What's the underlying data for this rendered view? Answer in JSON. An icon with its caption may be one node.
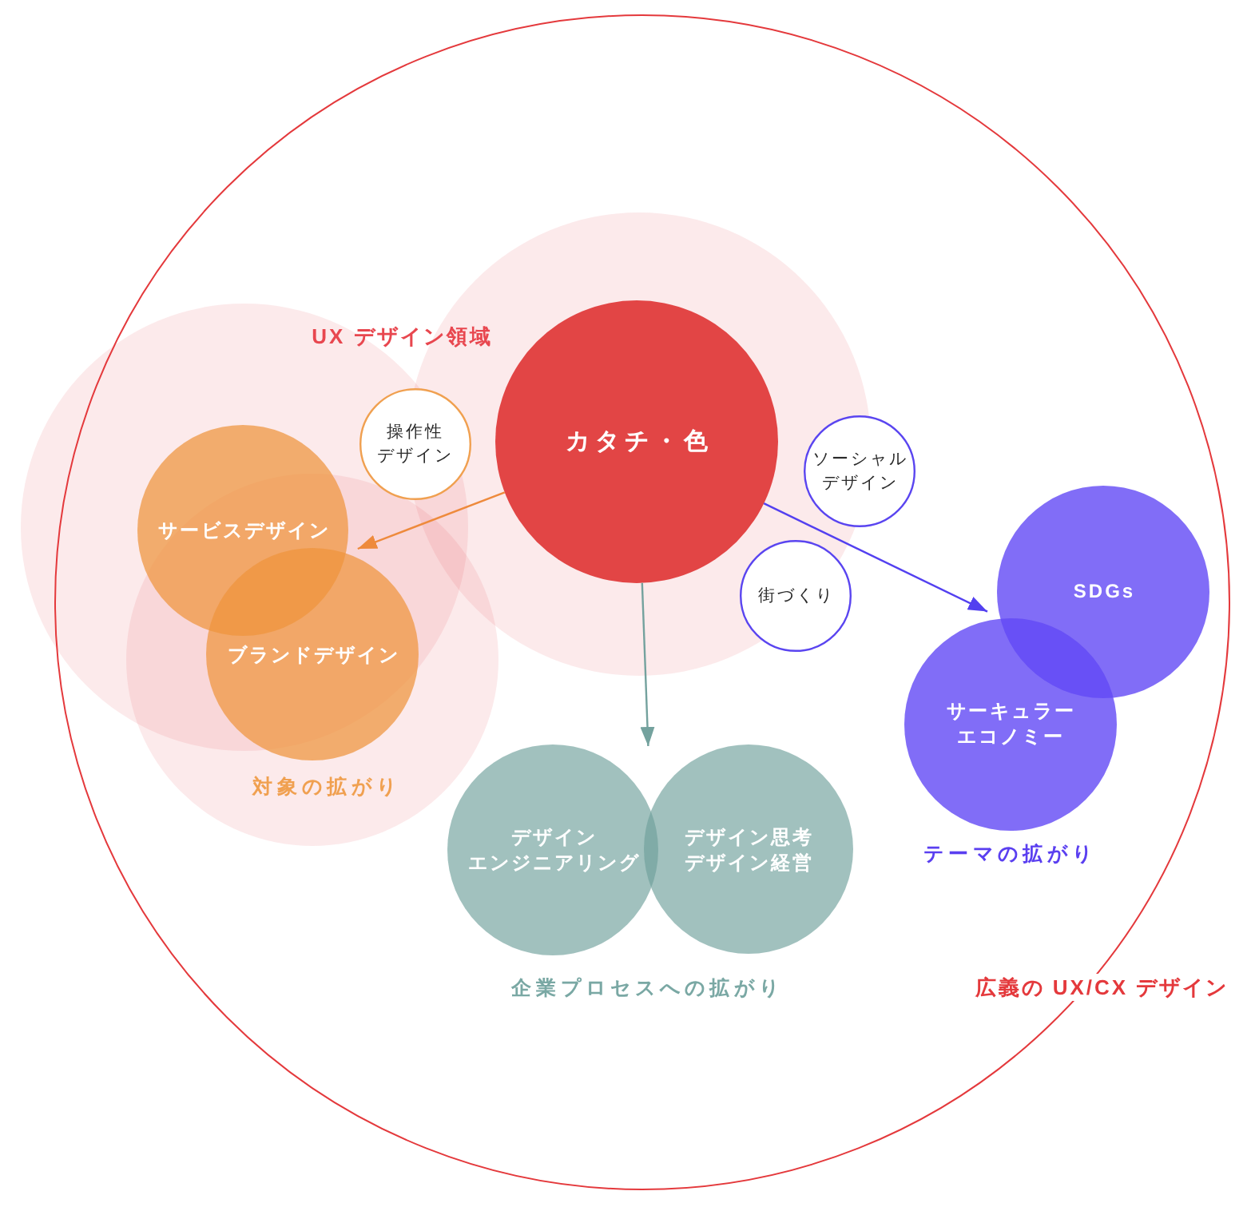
{
  "diagram": {
    "nodes": [
      {
        "text": [
          "広義の UX/CX デザイン"
        ]
      },
      {
        "text": [
          "カタチ・色"
        ],
        "in": 0
      },
      {
        "text": [
          "操作性デザイン"
        ],
        "in": 0
      },
      {
        "text": [
          "ソーシャルデザイン"
        ],
        "in": 0
      },
      {
        "text": [
          "サービスデザイン"
        ],
        "in": 0
      },
      {
        "text": [
          "街づくり"
        ],
        "in": 0
      },
      {
        "text": [
          "SDGs"
        ],
        "in": 0
      },
      {
        "text": [
          "ブランドデザイン"
        ],
        "in": 0
      },
      {
        "text": [
          "サーキュラーエコノミー"
        ],
        "in": 0
      },
      {
        "text": [
          "デザインエンジニアリング"
        ],
        "in": 0
      },
      {
        "text": [
          "デザイン思考",
          "デザイン経営"
        ],
        "in": 0
      }
    ],
    "edges": [
      {
        "from": 1,
        "to": 4,
        "arrow": "to",
        "color": "#ee8a3c"
      },
      {
        "from": 1,
        "to": 7,
        "arrow": "to",
        "color": "#ee8a3c"
      },
      {
        "from": 1,
        "to": 9,
        "arrow": "to",
        "color": "#74a29e"
      },
      {
        "from": 1,
        "to": 10,
        "arrow": "to",
        "color": "#74a29e"
      },
      {
        "from": 1,
        "to": 6,
        "arrow": "to",
        "color": "#5340f0"
      },
      {
        "from": 1,
        "to": 8,
        "arrow": "to",
        "color": "#5340f0"
      }
    ],
    "labels": [
      "UX デザイン領域",
      "対象の拡がり",
      "テーマの拡がり",
      "企業プロセスへの拡がり"
    ]
  }
}
